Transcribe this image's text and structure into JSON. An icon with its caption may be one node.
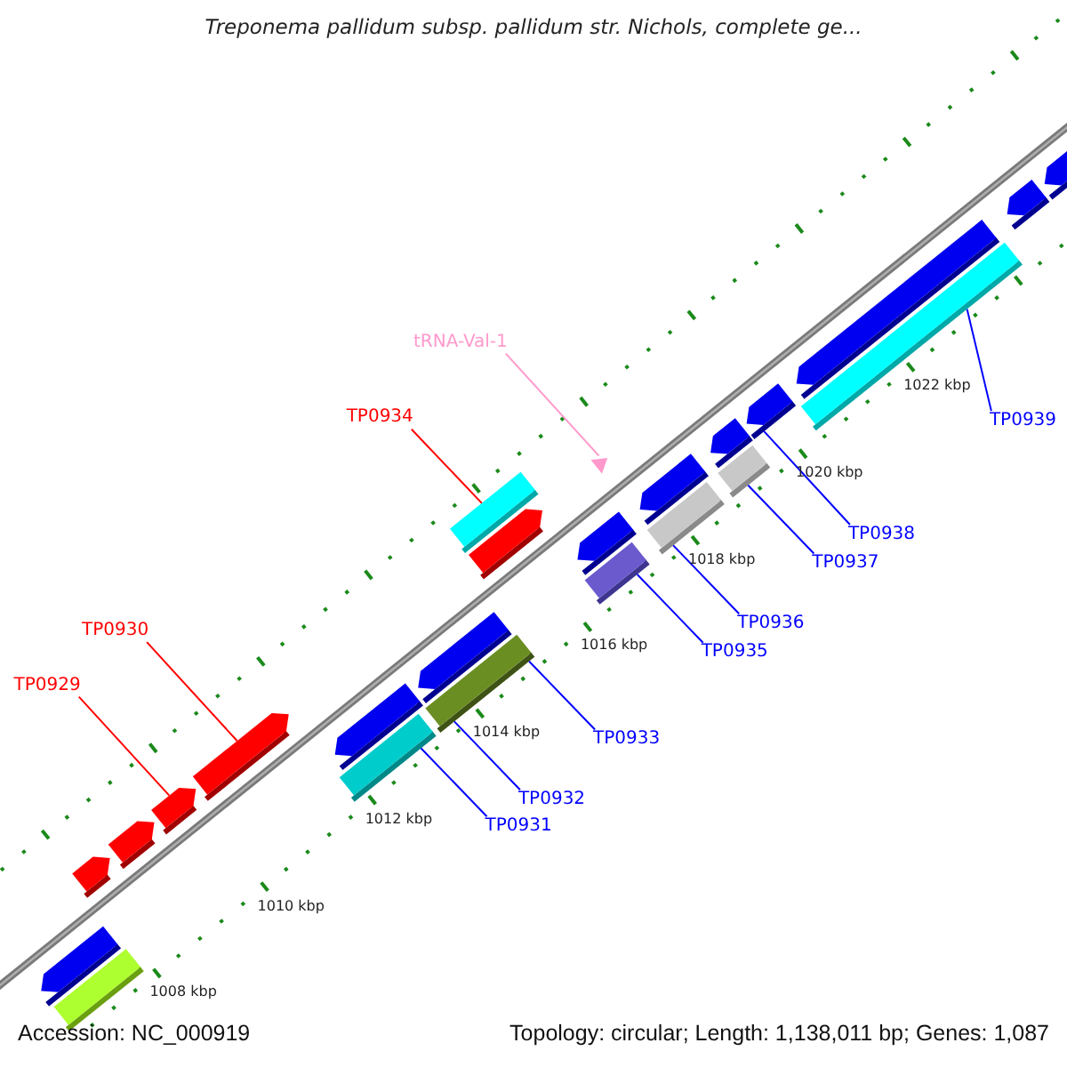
{
  "diagram": {
    "title": "Treponema pallidum subsp. pallidum str. Nichols, complete ge...",
    "nodes": [
      {
        "text": [
          "tRNA-Val-1"
        ]
      },
      {
        "text": [
          "TP0934"
        ]
      },
      {
        "text": [
          "TP0939"
        ]
      },
      {
        "text": [
          "TP0938"
        ]
      },
      {
        "text": [
          "TP0937"
        ]
      },
      {
        "text": [
          "TP0936"
        ]
      },
      {
        "text": [
          "TP0930"
        ]
      },
      {
        "text": [
          "TP0935"
        ]
      },
      {
        "text": [
          "TP0929"
        ]
      },
      {
        "text": [
          "TP0933"
        ]
      },
      {
        "text": [
          "TP0932"
        ]
      },
      {
        "text": [
          "TP0931"
        ]
      },
      {
        "text": [],
        "shape": "arrow"
      },
      {
        "text": [],
        "shape": "bar"
      },
      {
        "text": [],
        "shape": "arrow"
      },
      {
        "text": [],
        "shape": "arrow"
      },
      {
        "text": [],
        "shape": "arrow"
      },
      {
        "text": [],
        "shape": "arrow"
      },
      {
        "text": [],
        "shape": "bar"
      },
      {
        "text": [],
        "shape": "arrow"
      },
      {
        "text": [],
        "shape": "bar"
      },
      {
        "text": [],
        "shape": "arrow"
      },
      {
        "text": [],
        "shape": "arrow"
      },
      {
        "text": [],
        "shape": "bar"
      },
      {
        "text": [],
        "shape": "bar"
      },
      {
        "text": [],
        "shape": "arrow"
      },
      {
        "text": [],
        "shape": "triangle"
      },
      {
        "text": [],
        "shape": "bar"
      },
      {
        "text": [],
        "shape": "arrow"
      },
      {
        "text": [],
        "shape": "bar"
      },
      {
        "text": [],
        "shape": "arrow"
      },
      {
        "text": [],
        "shape": "arrow"
      },
      {
        "text": [],
        "shape": "bar"
      },
      {
        "text": [],
        "shape": "arrow"
      },
      {
        "text": [],
        "shape": "arrow"
      },
      {
        "text": [],
        "shape": "arrow"
      }
    ],
    "edges": [
      {
        "from": 0,
        "to": 26,
        "arrow": "none",
        "color": "#ff99cc"
      },
      {
        "from": 1,
        "to": 23,
        "arrow": "none",
        "color": "#ff0000"
      },
      {
        "from": 2,
        "to": 32,
        "arrow": "none"
      },
      {
        "from": 3,
        "to": 31,
        "arrow": "none"
      },
      {
        "from": 4,
        "to": 29,
        "arrow": "none"
      },
      {
        "from": 5,
        "to": 27,
        "arrow": "none"
      },
      {
        "from": 6,
        "to": 17,
        "arrow": "none",
        "color": "#ff0000"
      },
      {
        "from": 7,
        "to": 24,
        "arrow": "none"
      },
      {
        "from": 8,
        "to": 16,
        "arrow": "none",
        "color": "#ff0000"
      },
      {
        "from": 9,
        "to": 20,
        "arrow": "none"
      },
      {
        "from": 10,
        "to": 20,
        "arrow": "none"
      },
      {
        "from": 11,
        "to": 18,
        "arrow": "none"
      }
    ],
    "labels": [
      "1022 kbp",
      "1020 kbp",
      "1018 kbp",
      "1016 kbp",
      "1014 kbp",
      "1012 kbp",
      "1010 kbp",
      "1008 kbp",
      "Accession: NC_000919",
      "Topology: circular; Length: 1,138,011 bp; Genes: 1,087"
    ]
  }
}
